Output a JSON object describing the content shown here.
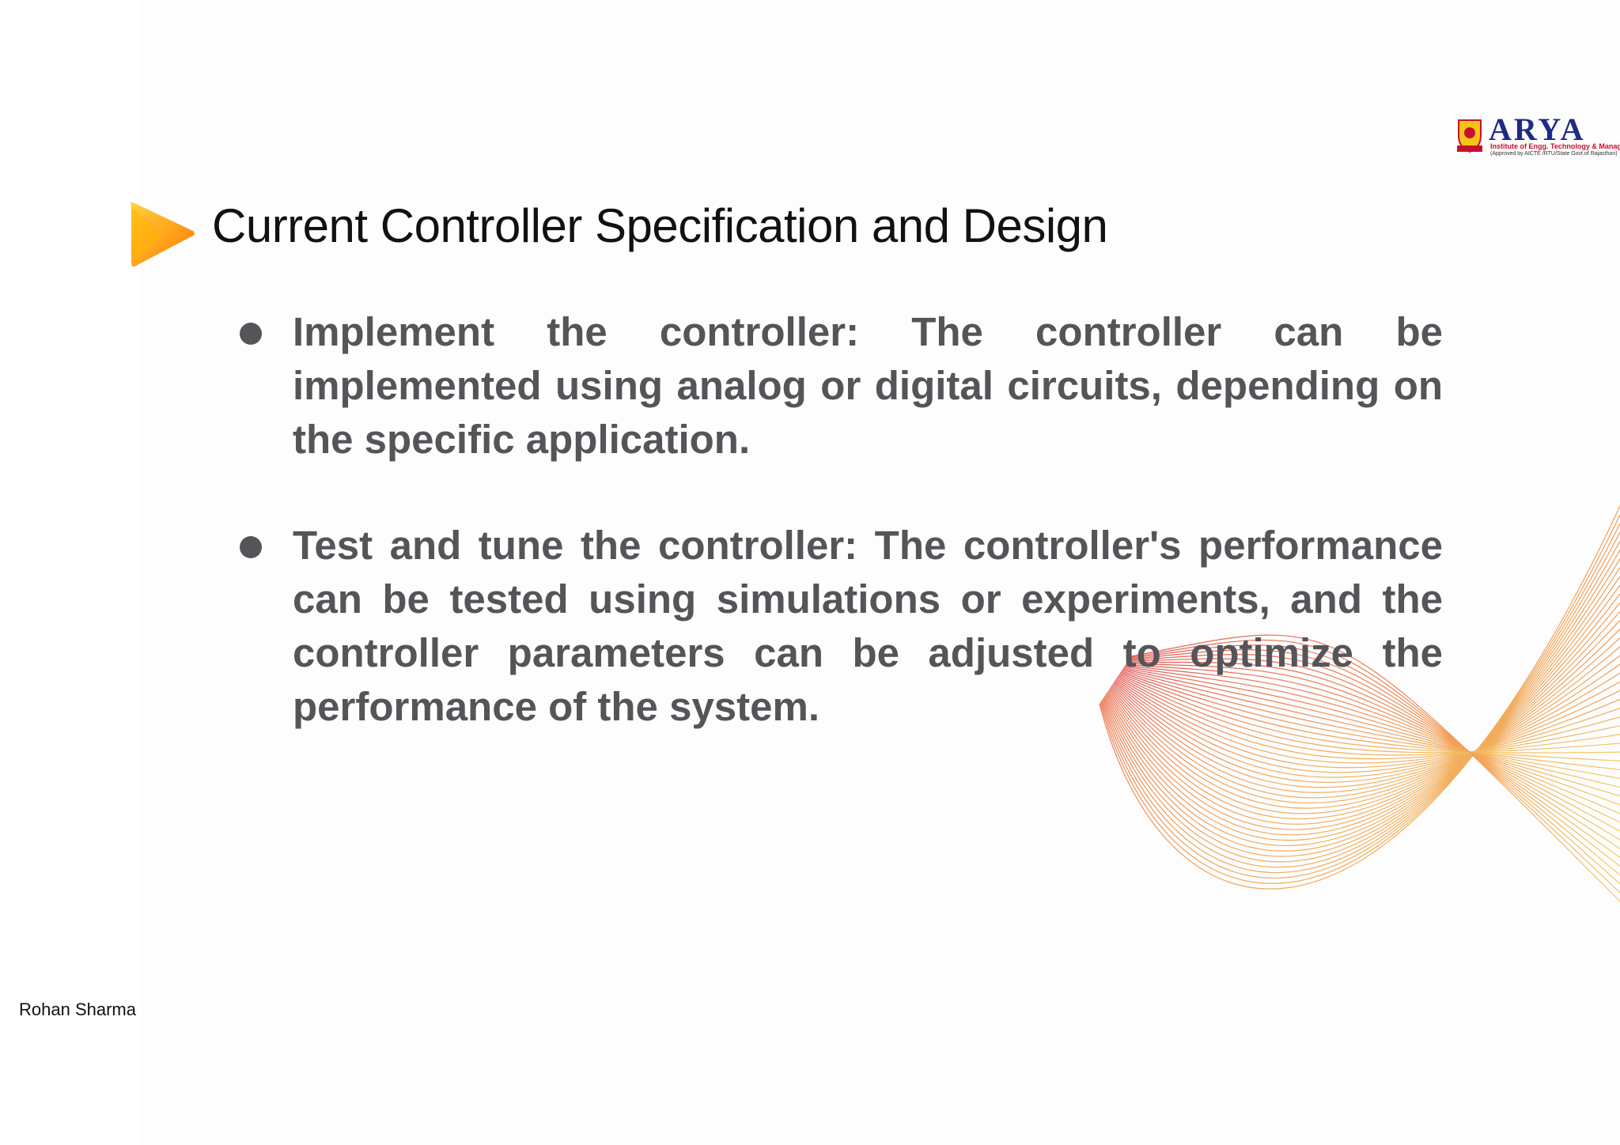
{
  "logo": {
    "name": "ARYA",
    "line1": "Institute of Engg. Technology & Management",
    "line2": "(Approved by AICTE /RTU/State Govt.of Rajasthan)",
    "colors": {
      "name": "#1f2a86",
      "accent": "#c8102e"
    }
  },
  "slide": {
    "title": "Current Controller Specification and Design",
    "bullets": [
      {
        "text": "Implement the controller: The controller can be implemented using analog or digital circuits, depending on the specific application."
      },
      {
        "text": "Test and tune the controller: The controller's performance can be tested using simulations or experiments, and the controller parameters can be adjusted to optimize the performance of the system."
      }
    ],
    "author": "Rohan Sharma"
  },
  "icons": {
    "title_marker": "play-arrow-icon",
    "logo_emblem": "shield-emblem-icon",
    "decoration": "wave-lines-graphic"
  },
  "colors": {
    "text": "#555559",
    "title": "#111111",
    "arrow_yellow": "#ffd23f",
    "arrow_orange": "#ff7a00",
    "wave_red": "#e0403a",
    "wave_yellow": "#f3b43a"
  }
}
